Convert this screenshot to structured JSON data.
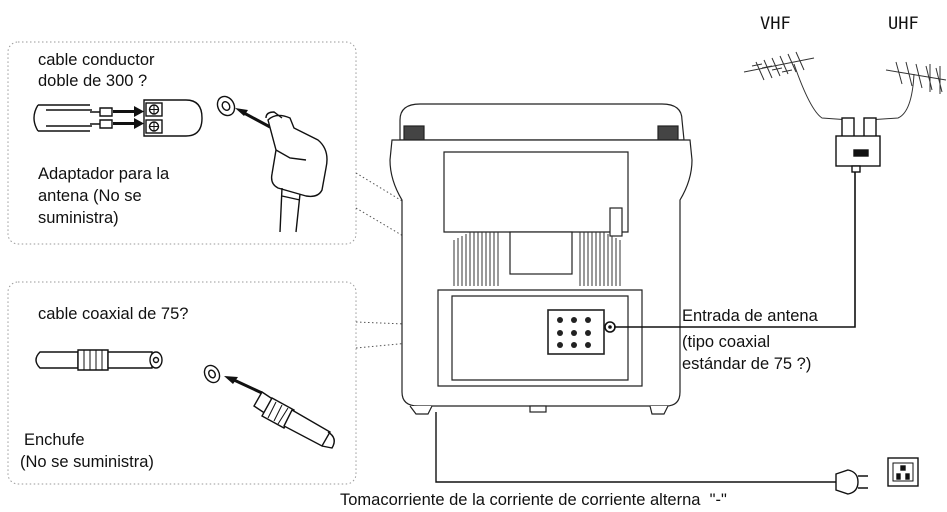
{
  "labels": {
    "cable_300_line1": "cable conductor",
    "cable_300_line2": "doble de 300 ?",
    "adapter_line1": "Adaptador para la",
    "adapter_line2": "antena (No se",
    "adapter_line3": "suministra)",
    "cable_75": "cable coaxial de 75?",
    "plug_line1": "Enchufe",
    "plug_line2": "(No se suministra)",
    "antenna_in_line1": "Entrada de antena",
    "antenna_in_line2": "(tipo coaxial",
    "antenna_in_line3": "estándar de 75 ?)",
    "vhf": "VHF",
    "uhf": "UHF",
    "outlet": "Tomacorriente de la corriente de corriente alterna  \"-\""
  }
}
